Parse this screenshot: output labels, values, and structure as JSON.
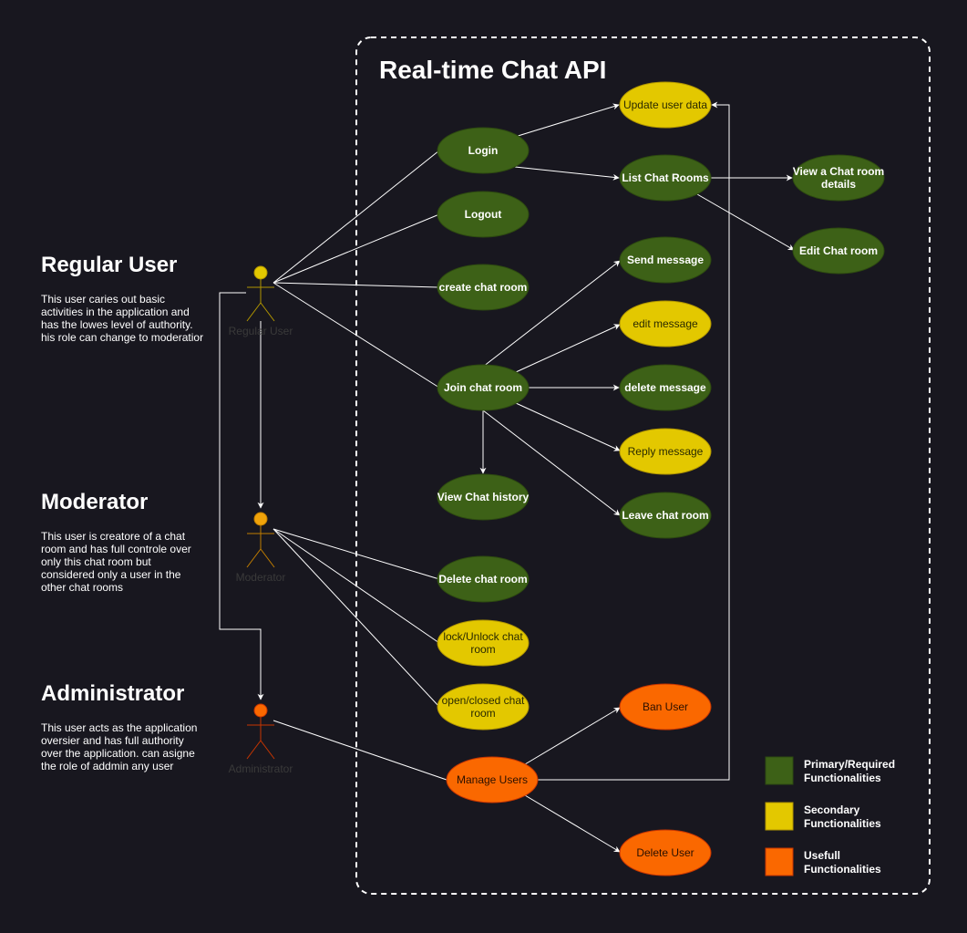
{
  "title": "Real-time Chat API",
  "colors": {
    "green": "#3d6117",
    "yellow": "#e3c800",
    "orange": "#fa6800",
    "background": "#18171f",
    "line": "#ffffff"
  },
  "actors": {
    "regular": {
      "heading": "Regular User",
      "label": "Regular User",
      "description": [
        "This user caries out basic",
        "activities in the application and",
        "has the lowes level of authority.",
        "his role can change to moderatior"
      ]
    },
    "moderator": {
      "heading": "Moderator",
      "label": "Moderator",
      "description": [
        "This user is creatore of a chat",
        "room and has full controle over",
        "only this chat room but",
        "considered only a user in the",
        "other chat rooms"
      ]
    },
    "administrator": {
      "heading": "Administrator",
      "label": "Administrator",
      "description": [
        "This user acts as the application",
        "oversier and has full authority",
        "over the application. can asigne",
        "the role of addmin any user"
      ]
    }
  },
  "use_cases": {
    "update_user_data": [
      "Update user data"
    ],
    "login": [
      "Login"
    ],
    "list_chat_rooms": [
      "List Chat Rooms"
    ],
    "view_chat_room_details": [
      "View a Chat room",
      "details"
    ],
    "logout": [
      "Logout"
    ],
    "edit_chat_room": [
      "Edit Chat room"
    ],
    "create_chat_room": [
      "create chat room"
    ],
    "send_message": [
      "Send message"
    ],
    "edit_message": [
      "edit message"
    ],
    "join_chat_room": [
      "Join chat room"
    ],
    "delete_message": [
      "delete message"
    ],
    "reply_message": [
      "Reply message"
    ],
    "view_chat_history": [
      "View Chat history"
    ],
    "leave_chat_room": [
      "Leave chat room"
    ],
    "delete_chat_room": [
      "Delete chat room"
    ],
    "lock_unlock_chat_room": [
      "lock/Unlock chat",
      "room"
    ],
    "open_closed_chat_room": [
      "open/closed chat",
      "room"
    ],
    "ban_user": [
      "Ban User"
    ],
    "manage_users": [
      "Manage Users"
    ],
    "delete_user": [
      "Delete User"
    ]
  },
  "legend": [
    {
      "color": "green",
      "lines": [
        "Primary/Required",
        "Functionalities"
      ]
    },
    {
      "color": "yellow",
      "lines": [
        "Secondary",
        "Functionalities"
      ]
    },
    {
      "color": "orange",
      "lines": [
        "Usefull",
        "Functionalities"
      ]
    }
  ]
}
